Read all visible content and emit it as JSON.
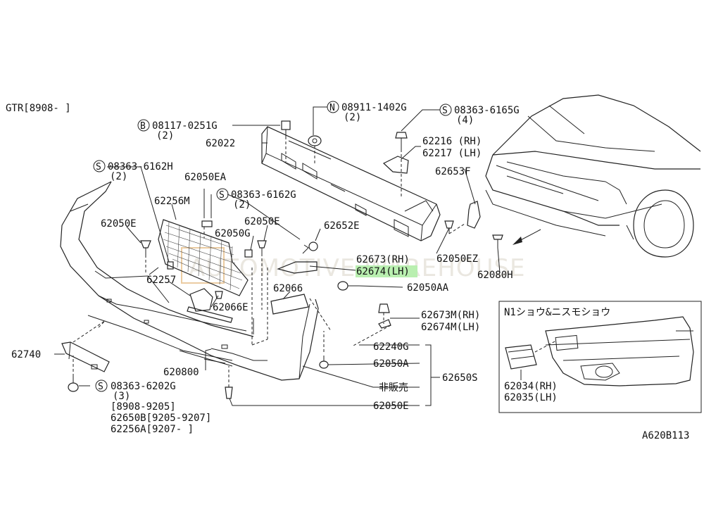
{
  "header": {
    "model": "GTR[8908-      ]"
  },
  "labels": {
    "bolt_08117": "08117-0251G",
    "bolt_08117_qty": "(2)",
    "nut_08911": "08911-1402G",
    "nut_08911_qty": "(2)",
    "screw_08363_6165": "08363-6165G",
    "screw_08363_6165_qty": "(4)",
    "p62022": "62022",
    "p62216": "62216 (RH)",
    "p62217": "62217 (LH)",
    "screw_08363_6162h": "08363-6162H",
    "screw_08363_6162h_qty": "(2)",
    "p62050EA": "62050EA",
    "screw_08363_6162g": "08363-6162G",
    "screw_08363_6162g_qty": "(2)",
    "p62256M": "62256M",
    "p62653F": "62653F",
    "p62050E_a": "62050E",
    "p62050E_b": "62050E",
    "p62050G": "62050G",
    "p62652E": "62652E",
    "p62673": "62673(RH)",
    "p62674": "62674(LH)",
    "p62050EZ": "62050EZ",
    "p62080H": "62080H",
    "p62050AA": "62050AA",
    "p62257": "62257",
    "p62066": "62066",
    "p62066E": "62066E",
    "p62673M": "62673M(RH)",
    "p62674M": "62674M(LH)",
    "p62740": "62740",
    "p62240G": "62240G",
    "p620800": "620800",
    "p62050A": "62050A",
    "p62650S": "62650S",
    "not_for_sale": "非販売",
    "p62050E_c": "62050E",
    "screw_08363_6202": "08363-6202G",
    "screw_08363_6202_qty": "(3)",
    "date_range_1": "[8908-9205]",
    "p62650B": "62650B[9205-9207]",
    "p62256A": "62256A[9207-     ]",
    "inset_title": "N1ショウ&ニスモショウ",
    "p62034": "62034(RH)",
    "p62035": "62035(LH)",
    "diagram_id": "A620B113"
  },
  "circle_marks": {
    "b": "B",
    "n": "N",
    "s": "S"
  },
  "watermark": "AUTOMOTIVE WAREHOUSE",
  "colors": {
    "highlight": "#b9efb0",
    "line": "#222222"
  }
}
